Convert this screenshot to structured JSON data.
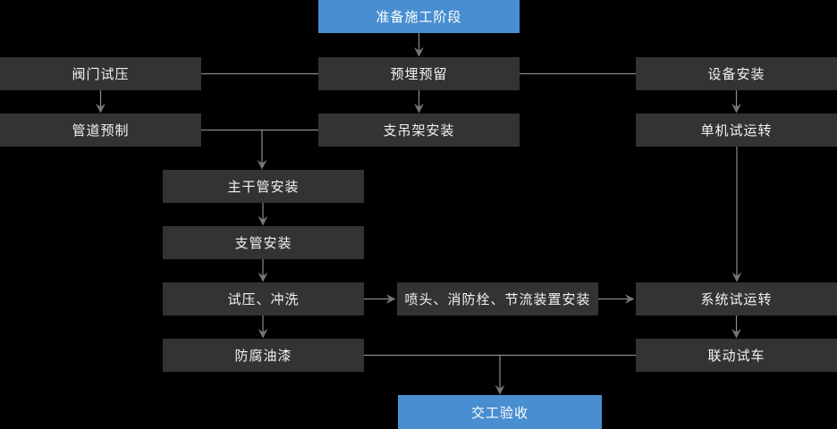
{
  "diagram": {
    "nodes": {
      "prep": {
        "label": "准备施工阶段"
      },
      "valve_test": {
        "label": "阀门试压"
      },
      "embed": {
        "label": "预埋预留"
      },
      "equipment": {
        "label": "设备安装"
      },
      "pipe_prefab": {
        "label": "管道预制"
      },
      "hanger": {
        "label": "支吊架安装"
      },
      "single_test": {
        "label": "单机试运转"
      },
      "main_pipe": {
        "label": "主干管安装"
      },
      "branch_pipe": {
        "label": "支管安装"
      },
      "pressure_flush": {
        "label": "试压、冲洗"
      },
      "sprinkler_install": {
        "label": "喷头、消防栓、节流装置安装"
      },
      "system_test": {
        "label": "系统试运转"
      },
      "paint": {
        "label": "防腐油漆"
      },
      "linkage_test": {
        "label": "联动试车"
      },
      "acceptance": {
        "label": "交工验收"
      }
    },
    "colors": {
      "stage_blue": "#488ed0",
      "step_dark": "#333333",
      "connector_gray": "#8c8c8c",
      "arrow_gray": "#72777c",
      "background": "#000000",
      "text": "#ffffff"
    }
  }
}
